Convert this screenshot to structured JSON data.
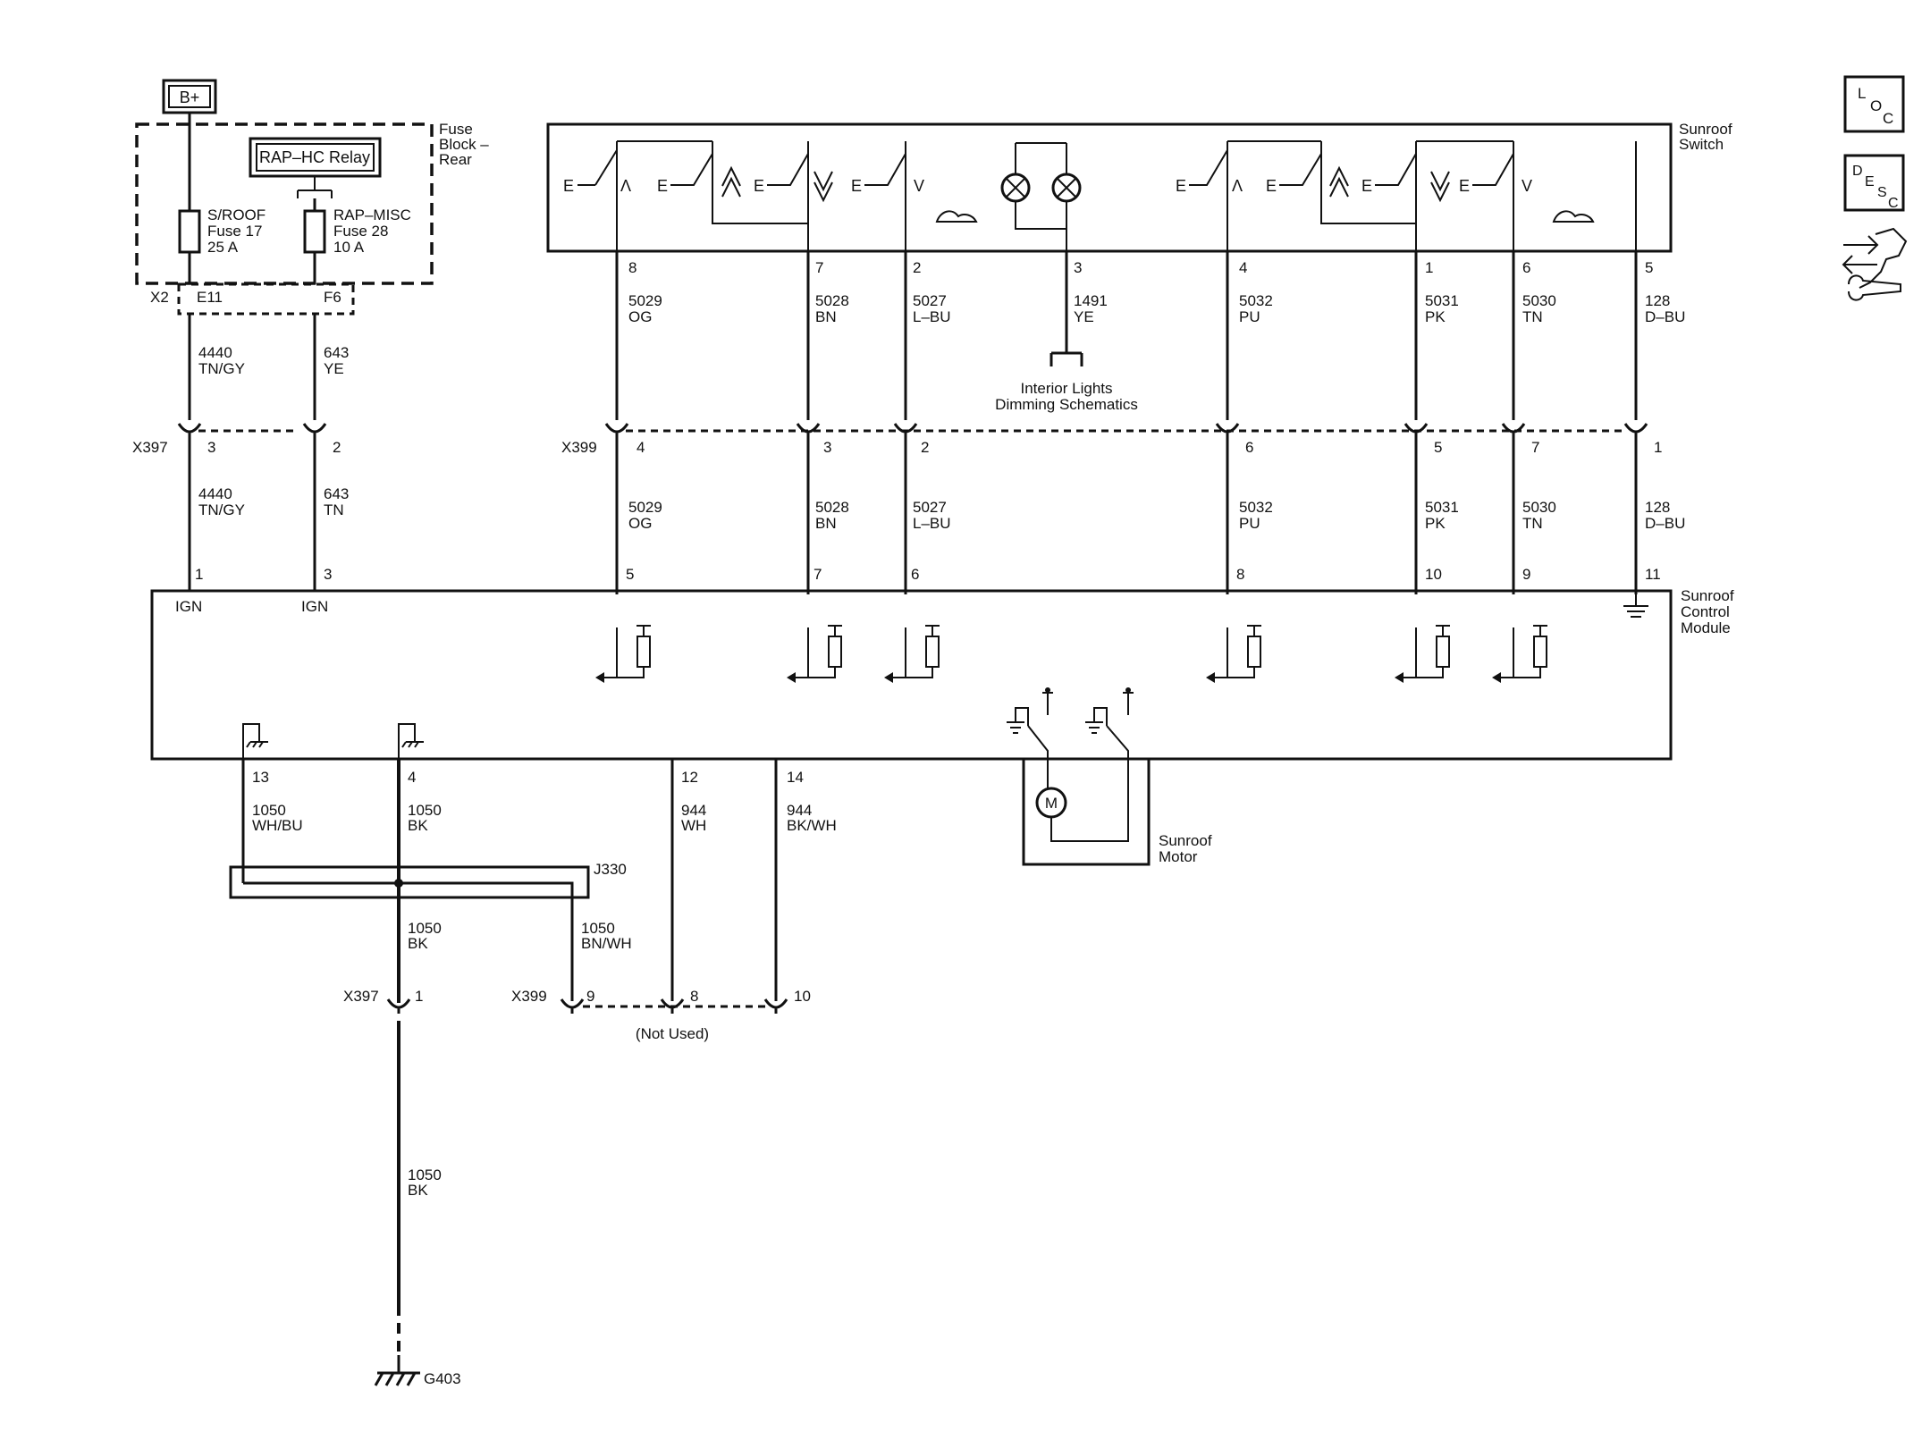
{
  "power": {
    "source": "B+"
  },
  "fuse_block": {
    "title": [
      "Fuse",
      "Block –",
      "Rear"
    ],
    "relay": "RAP–HC Relay",
    "fuse1": [
      "S/ROOF",
      "Fuse 17",
      "25 A"
    ],
    "fuse2": [
      "RAP–MISC",
      "Fuse 28",
      "10 A"
    ],
    "connector": "X2",
    "pins": [
      "E11",
      "F6"
    ]
  },
  "switch": {
    "title": [
      "Sunroof",
      "Switch"
    ]
  },
  "module": {
    "title": [
      "Sunroof",
      "Control",
      "Module"
    ],
    "ign": "IGN"
  },
  "motor": {
    "title": [
      "Sunroof",
      "Motor"
    ],
    "symbol": "M"
  },
  "interior_ref": [
    "Interior Lights",
    "Dimming Schematics"
  ],
  "connectors": {
    "x397": "X397",
    "x399": "X399",
    "splice": "J330",
    "ground": "G403",
    "not_used": "(Not Used)"
  },
  "side_icons": [
    {
      "name": "loc-icon",
      "letters": [
        "L",
        "O",
        "C"
      ]
    },
    {
      "name": "desc-icon",
      "letters": [
        "D",
        "E",
        "S",
        "C"
      ]
    },
    {
      "name": "service-icon"
    }
  ],
  "left_circuits": [
    {
      "top_pin": "E11",
      "top_num": "4440",
      "top_color": "TN/GY",
      "x397_pin": "3",
      "num": "4440",
      "color": "TN/GY",
      "module_pin": "1"
    },
    {
      "top_pin": "F6",
      "top_num": "643",
      "top_color": "YE",
      "x397_pin": "2",
      "num": "643",
      "color": "TN",
      "module_pin": "3"
    }
  ],
  "switch_circuits": [
    {
      "switch_pin": "8",
      "num": "5029",
      "color": "OG",
      "x399_pin": "4",
      "module_pin": "5"
    },
    {
      "switch_pin": "7",
      "num": "5028",
      "color": "BN",
      "x399_pin": "3",
      "module_pin": "7"
    },
    {
      "switch_pin": "2",
      "num": "5027",
      "color": "L–BU",
      "x399_pin": "2",
      "module_pin": "6"
    },
    {
      "switch_pin": "3",
      "num": "1491",
      "color": "YE"
    },
    {
      "switch_pin": "4",
      "num": "5032",
      "color": "PU",
      "x399_pin": "6",
      "module_pin": "8"
    },
    {
      "switch_pin": "1",
      "num": "5031",
      "color": "PK",
      "x399_pin": "5",
      "module_pin": "10"
    },
    {
      "switch_pin": "6",
      "num": "5030",
      "color": "TN",
      "x399_pin": "7",
      "module_pin": "9"
    },
    {
      "switch_pin": "5",
      "num": "128",
      "color": "D–BU",
      "x399_pin": "1",
      "module_pin": "11"
    }
  ],
  "bottom_circuits": [
    {
      "module_pin": "13",
      "num": "1050",
      "color": "WH/BU"
    },
    {
      "module_pin": "4",
      "num": "1050",
      "color": "BK"
    },
    {
      "module_pin": "12",
      "num": "944",
      "color": "WH",
      "x399_pin": "8"
    },
    {
      "module_pin": "14",
      "num": "944",
      "color": "BK/WH",
      "x399_pin": "10"
    }
  ],
  "splice_out": [
    {
      "num": "1050",
      "color": "BK",
      "x397_pin": "1"
    },
    {
      "num": "1050",
      "color": "BN/WH",
      "x399_pin": "9"
    }
  ],
  "ground_wire": {
    "num": "1050",
    "color": "BK"
  },
  "switch_marks": {
    "e": "E",
    "up": "Λ",
    "down": "V"
  }
}
